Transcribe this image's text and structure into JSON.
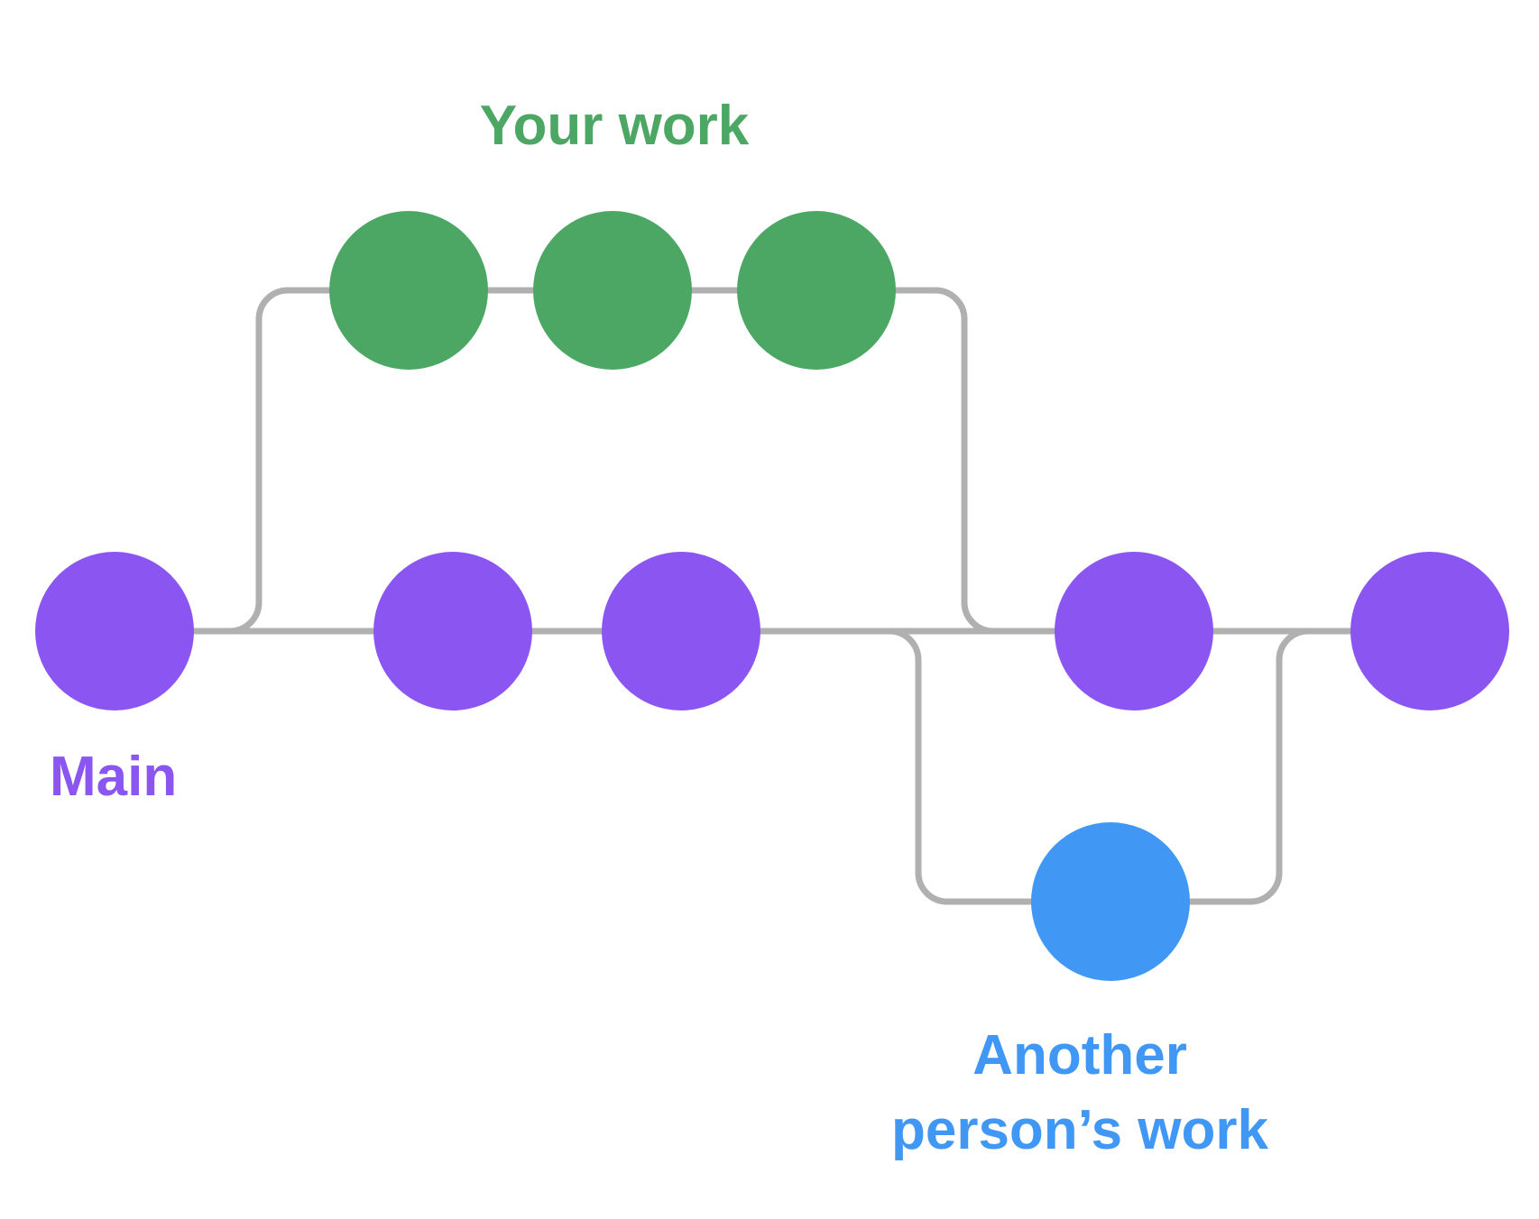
{
  "colors": {
    "background": "#FFFFFF",
    "connector": "#B0B0B0",
    "main": "#8B55F1",
    "your_work": "#4CA764",
    "another_person": "#4097F4"
  },
  "branches": {
    "main": {
      "label": "Main",
      "commit_count": 5
    },
    "your_work": {
      "label": "Your work",
      "commit_count": 3
    },
    "another_person": {
      "label": "Another person’s work",
      "commit_count": 1
    }
  }
}
